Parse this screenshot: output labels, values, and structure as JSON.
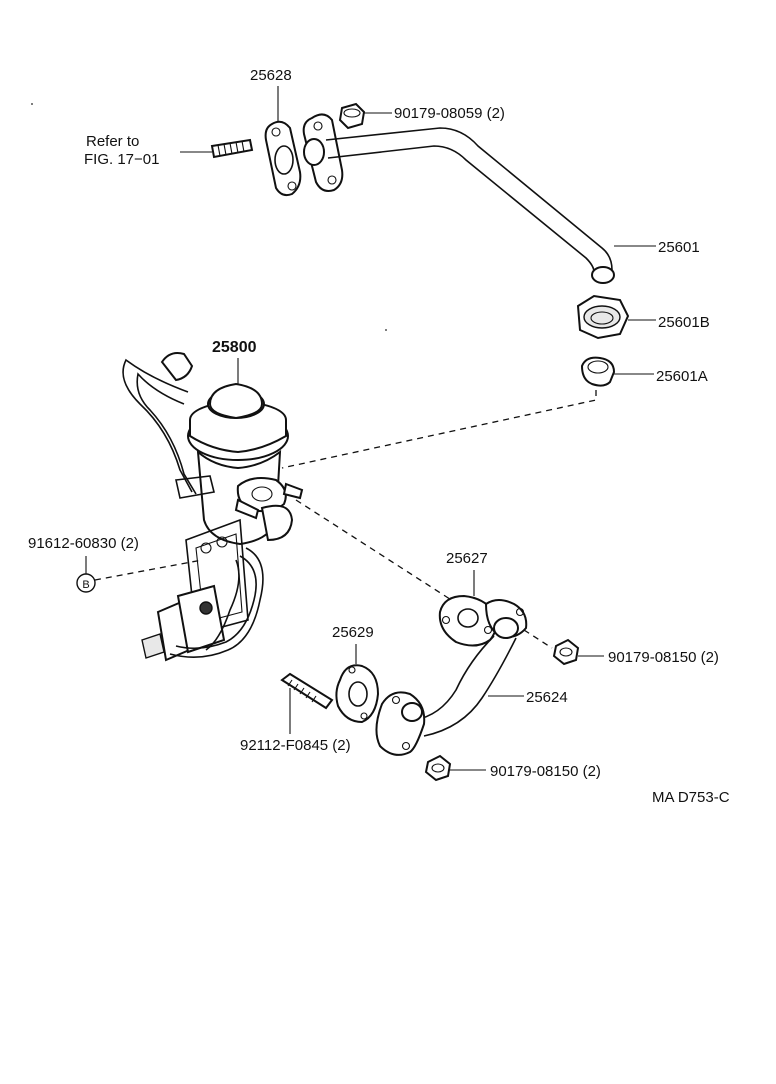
{
  "diagram": {
    "figure_code": "MA D753-C",
    "refer_note": {
      "line1": "Refer to",
      "line2": "FIG. 17−01"
    },
    "parts": [
      {
        "id": "gasket-top",
        "number": "25628"
      },
      {
        "id": "nut-top",
        "number": "90179-08059 (2)"
      },
      {
        "id": "egr-pipe",
        "number": "25601"
      },
      {
        "id": "union-nut",
        "number": "25601B"
      },
      {
        "id": "ring",
        "number": "25601A"
      },
      {
        "id": "egr-valve",
        "number": "25800"
      },
      {
        "id": "bolt-b",
        "number": "91612-60830 (2)",
        "symbol": "B"
      },
      {
        "id": "gasket-pipe",
        "number": "25627"
      },
      {
        "id": "nut-right",
        "number": "90179-08150 (2)"
      },
      {
        "id": "gasket-lower",
        "number": "25629"
      },
      {
        "id": "egr-pipe-lower",
        "number": "25624"
      },
      {
        "id": "stud",
        "number": "92112-F0845 (2)"
      },
      {
        "id": "nut-bottom",
        "number": "90179-08150 (2)"
      }
    ]
  }
}
